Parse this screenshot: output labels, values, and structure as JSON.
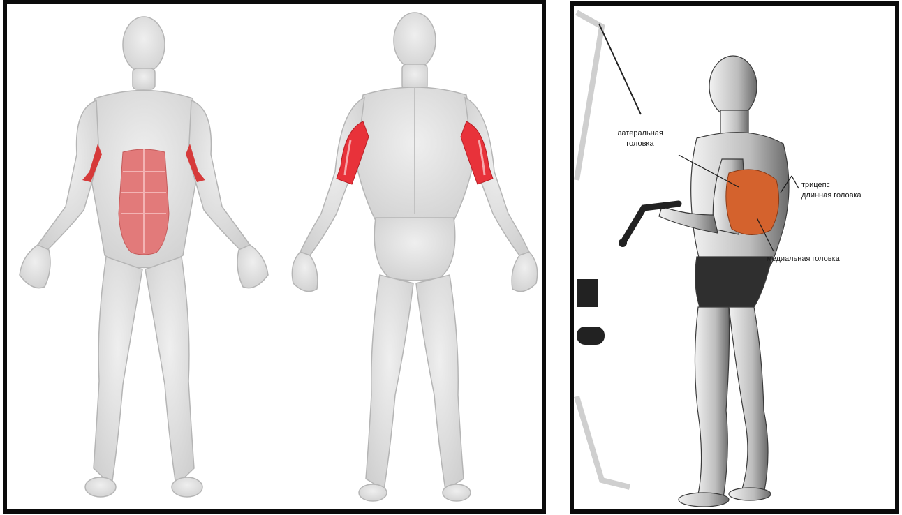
{
  "colors": {
    "body_fill": "#d9d9d9",
    "body_line": "#b9b9b9",
    "abs_highlight": "#e27a7a",
    "triceps_highlight": "#e8323a",
    "triceps_side": "#d4622d",
    "frame": "#0b0b0b"
  },
  "left_panel": {
    "front_figure": {
      "highlight": "abs-and-forearm-flexors"
    },
    "back_figure": {
      "highlight": "triceps"
    }
  },
  "right_panel": {
    "labels": {
      "lateral_head_line1": "латеральная",
      "lateral_head_line2": "головка",
      "triceps_line1": "трицепс",
      "triceps_line2": "длинная головка",
      "medial_head": "медиальная головка"
    }
  }
}
